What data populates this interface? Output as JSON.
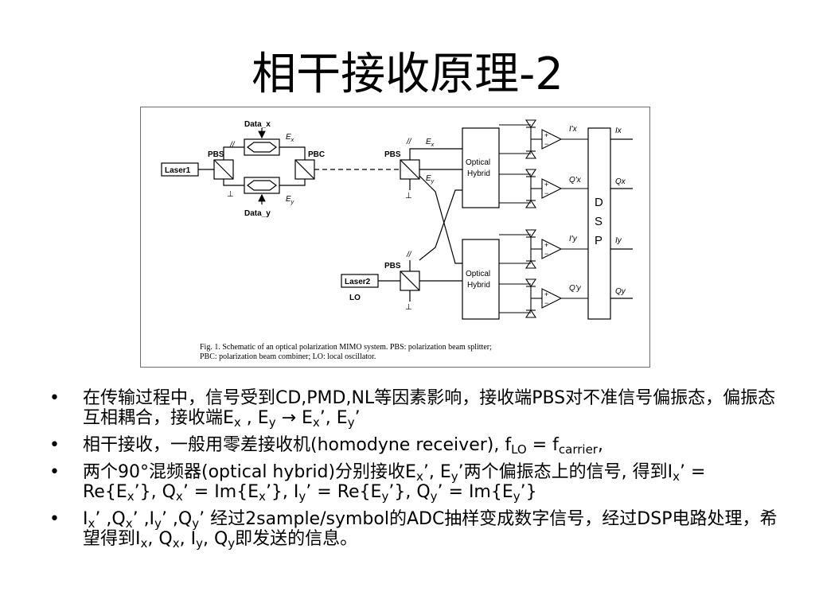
{
  "title": "相干接收原理-2",
  "figure": {
    "laser1": "Laser1",
    "laser2": "Laser2",
    "lo": "LO",
    "pbs": "PBS",
    "pbc": "PBC",
    "data_x": "Data_x",
    "data_y": "Data_y",
    "ex": "E",
    "ex_sub": "x",
    "ey": "E",
    "ey_sub": "y",
    "ex_prime": "E",
    "ex_prime_sub": "x",
    "ey_prime": "E",
    "ey_prime_sub": "y",
    "parallel": "//",
    "perp": "⊥",
    "optical": "Optical",
    "hybrid": "Hybrid",
    "dsp_d": "D",
    "dsp_s": "S",
    "dsp_p": "P",
    "ix_in": "I'x",
    "qx_in": "Q'x",
    "iy_in": "I'y",
    "qy_in": "Q'y",
    "ix_out": "Ix",
    "qx_out": "Qx",
    "iy_out": "Iy",
    "qy_out": "Qy",
    "plus": "+",
    "minus": "−",
    "caption_line1": "Fig. 1. Schematic of an optical polarization MIMO system. PBS: polarization beam splitter;",
    "caption_line2": "PBC: polarization beam combiner; LO: local oscillator."
  },
  "bullets": {
    "marker": "•",
    "b1": "在传输过程中，信号受到CD,PMD,NL等因素影响，接收端PBS对不准信号偏振态，偏振态互相耦合，接收端E",
    "b1_s1": "x",
    "b1_t2": " , E",
    "b1_s2": "y",
    "b1_t3": " → E",
    "b1_s3": "x",
    "b1_t4": "’, E",
    "b1_s4": "y",
    "b1_t5": "’",
    "b2": "相干接收，一般用零差接收机(homodyne receiver), f",
    "b2_s1": "LO",
    "b2_t2": " = f",
    "b2_s2": "carrier",
    "b2_t3": ",",
    "b3": "两个90°混频器(optical hybrid)分别接收E",
    "b3_s1": "x",
    "b3_t2": "’, E",
    "b3_s2": "y",
    "b3_t3": "’两个偏振态上的信号, 得到I",
    "b3_s3": "x",
    "b3_t4": "’ = Re{E",
    "b3_s4": "x",
    "b3_t5": "’}, Q",
    "b3_s5": "x",
    "b3_t6": "’ = Im{E",
    "b3_s6": "x",
    "b3_t7": "’}, I",
    "b3_s7": "y",
    "b3_t8": "’ = Re{E",
    "b3_s8": "y",
    "b3_t9": "’}, Q",
    "b3_s9": "y",
    "b3_t10": "’ = Im{E",
    "b3_s10": "y",
    "b3_t11": "’}",
    "b4": "I",
    "b4_s1": "x",
    "b4_t2": "’ ,Q",
    "b4_s2": "x",
    "b4_t3": "’ ,I",
    "b4_s3": "y",
    "b4_t4": "’ ,Q",
    "b4_s4": "y",
    "b4_t5": "’ 经过2sample/symbol的ADC抽样变成数字信号，经过DSP电路处理，希望得到I",
    "b4_s5": "x",
    "b4_t6": ", Q",
    "b4_s6": "x",
    "b4_t7": ", I",
    "b4_s7": "y",
    "b4_t8": ", Q",
    "b4_s8": "y",
    "b4_t9": "即发送的信息。"
  }
}
